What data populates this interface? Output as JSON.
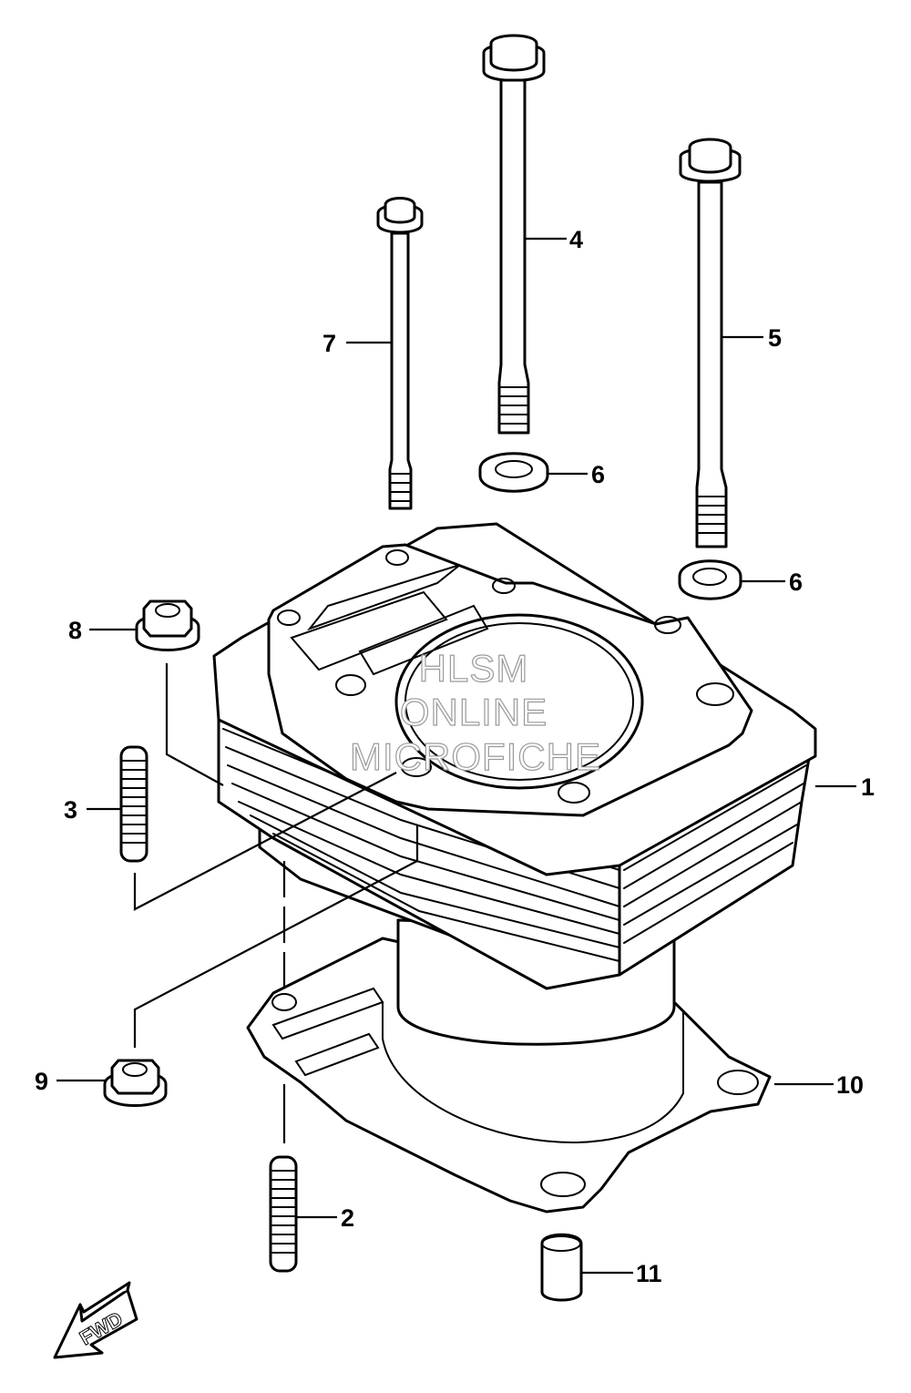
{
  "watermark": {
    "line1": "HLSM",
    "line2": "ONLINE",
    "line3": "MICROFICHE"
  },
  "direction_label": "FWD",
  "callouts": [
    {
      "id": "1",
      "label": "1"
    },
    {
      "id": "2",
      "label": "2"
    },
    {
      "id": "3",
      "label": "3"
    },
    {
      "id": "4",
      "label": "4"
    },
    {
      "id": "5",
      "label": "5"
    },
    {
      "id": "6a",
      "label": "6"
    },
    {
      "id": "6b",
      "label": "6"
    },
    {
      "id": "7",
      "label": "7"
    },
    {
      "id": "8",
      "label": "8"
    },
    {
      "id": "9",
      "label": "9"
    },
    {
      "id": "10",
      "label": "10"
    },
    {
      "id": "11",
      "label": "11"
    }
  ]
}
